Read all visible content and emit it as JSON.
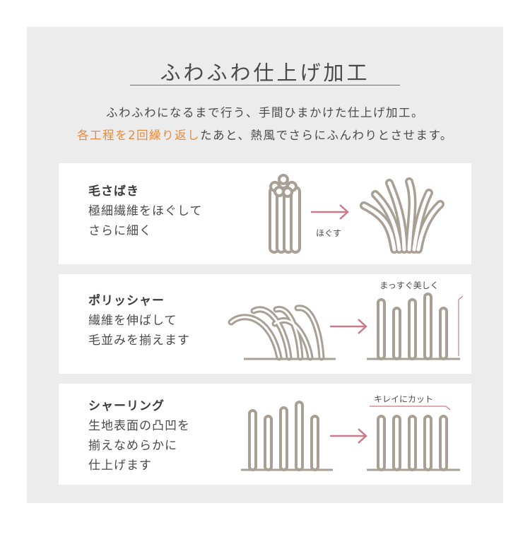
{
  "title": "ふわふわ仕上げ加工",
  "lead": {
    "line1": "ふわふわになるまで行う、手間ひまかけた仕上げ加工。",
    "line2_accent": "各工程を2回繰り返し",
    "line2_rest": "たあと、熱風でさらにふんわりとさせます。"
  },
  "steps": [
    {
      "heading": "毛さばき",
      "lines": [
        "極細繊維をほぐして",
        "さらに細く"
      ],
      "arrow_label": "ほぐす"
    },
    {
      "heading": "ポリッシャー",
      "lines": [
        "繊維を伸ばして",
        "毛並みを揃えます"
      ],
      "after_label": "まっすぐ美しく"
    },
    {
      "heading": "シャーリング",
      "lines": [
        "生地表面の凸凹を",
        "揃えなめらかに",
        "仕上げます"
      ],
      "after_label": "キレイにカット"
    }
  ],
  "colors": {
    "panel": "#ececec",
    "fiber": "#a89f95",
    "arrow": "#c97b8a",
    "accent": "#e88a3e"
  }
}
